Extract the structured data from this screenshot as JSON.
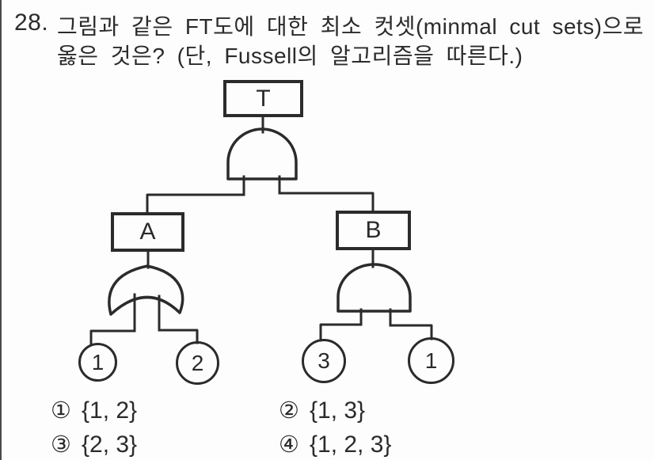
{
  "page": {
    "background": "#fdfdfd",
    "ink_color": "#2b2b2b"
  },
  "question": {
    "number": "28.",
    "line1": "그림과 같은 FT도에 대한 최소 컷셋(minmal cut sets)으로",
    "line2": "옳은 것은? (단, Fussell의 알고리즘을 따른다.)"
  },
  "diagram": {
    "type": "fault-tree",
    "structure": {
      "top_event": "T",
      "top_gate": "AND",
      "branches": [
        {
          "label": "A",
          "gate": "OR",
          "children": [
            "1",
            "2"
          ]
        },
        {
          "label": "B",
          "gate": "AND",
          "children": [
            "3",
            "1"
          ]
        }
      ]
    },
    "node_labels": {
      "t": "T",
      "a": "A",
      "b": "B",
      "e1_left": "1",
      "e2": "2",
      "e3": "3",
      "e1_right": "1"
    }
  },
  "options": [
    {
      "marker": "①",
      "value": "{1, 2}"
    },
    {
      "marker": "②",
      "value": "{1, 3}"
    },
    {
      "marker": "③",
      "value": "{2, 3}"
    },
    {
      "marker": "④",
      "value": "{1, 2, 3}"
    }
  ]
}
